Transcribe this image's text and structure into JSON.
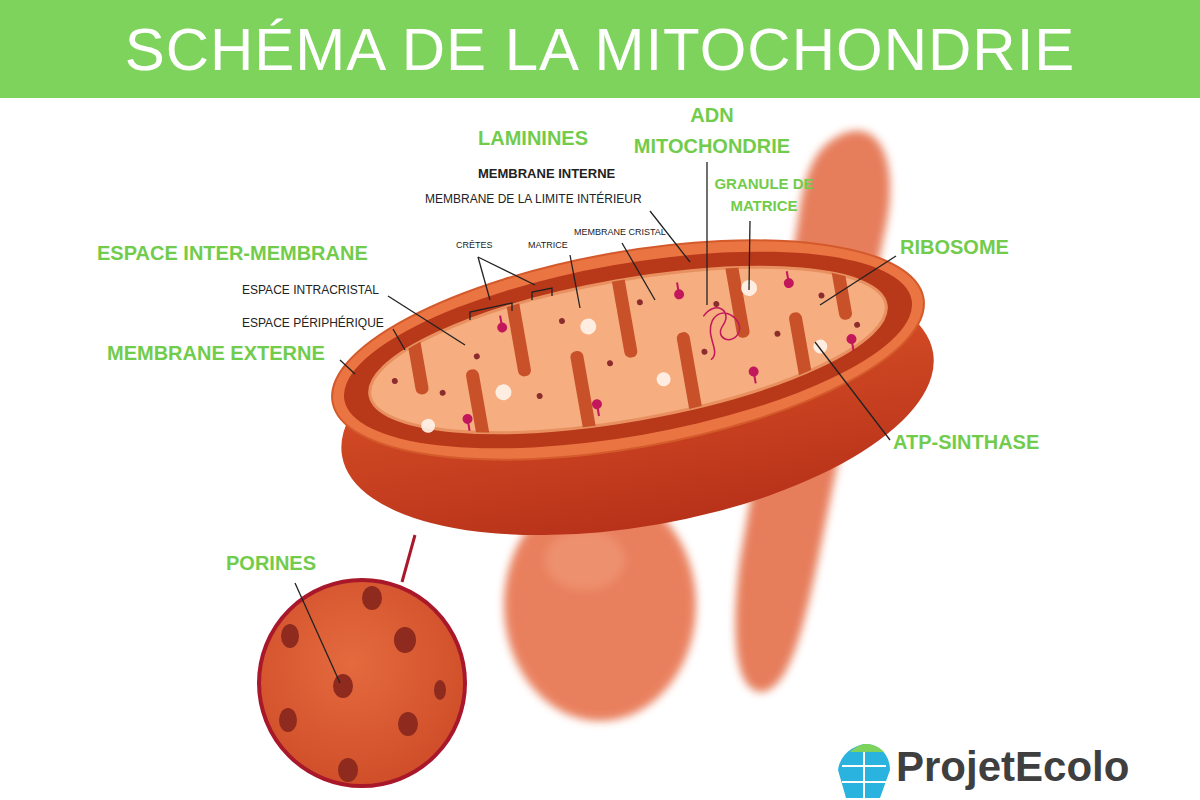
{
  "diagram": {
    "title": "SCHÉMA DE LA MITOCHONDRIE",
    "labels": [
      "LAMININES",
      "ADN MITOCHONDRIE",
      "MEMBRANE INTERNE",
      "MEMBRANE DE LA LIMITE INTÉRIEUR",
      "GRANULE DE MATRICE",
      "ESPACE INTER-MEMBRANE",
      "CRÊTES",
      "MATRICE",
      "MEMBRANE CRISTAL",
      "RIBOSOME",
      "ESPACE INTRACRISTAL",
      "ESPACE PÉRIPHÉRIQUE",
      "MEMBRANE EXTERNE",
      "ATP-SINTHASE",
      "PORINES",
      "ProjetEcolo"
    ]
  }
}
